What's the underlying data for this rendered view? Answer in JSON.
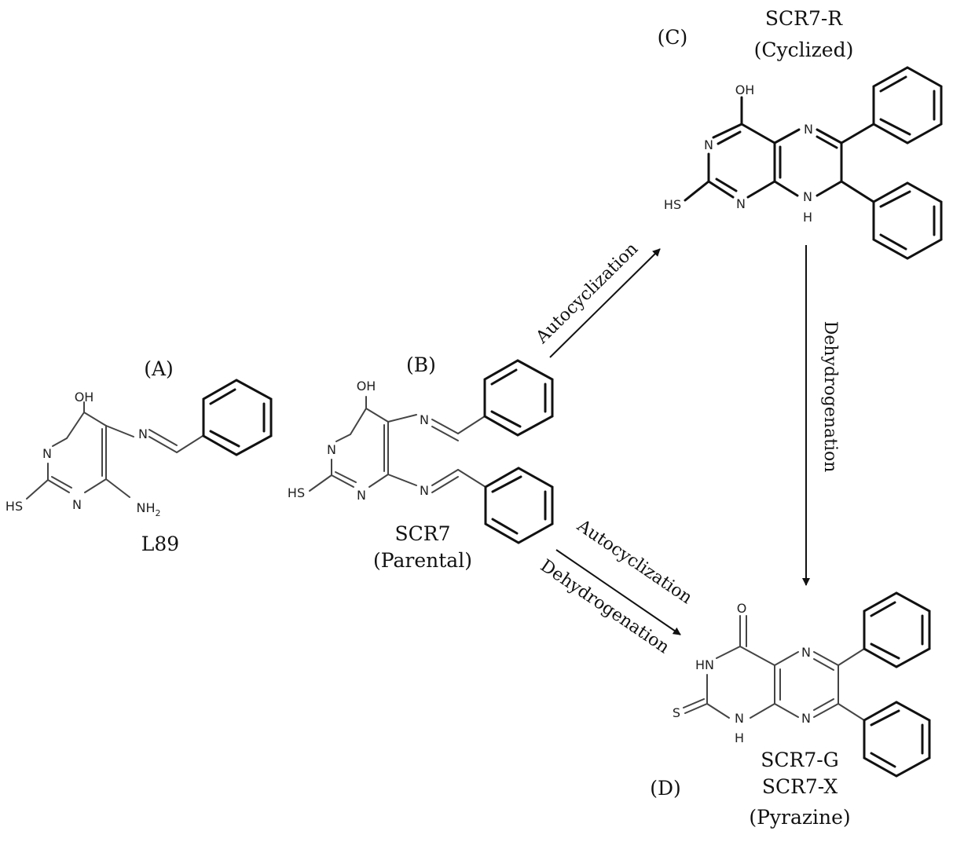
{
  "panels": {
    "A": {
      "tag": "(A)",
      "name": "L89"
    },
    "B": {
      "tag": "(B)",
      "name": "SCR7",
      "sub": "(Parental)"
    },
    "C": {
      "tag": "(C)",
      "name": "SCR7-R",
      "sub": "(Cyclized)"
    },
    "D": {
      "tag": "(D)",
      "name1": "SCR7-G",
      "name2": "SCR7-X",
      "sub": "(Pyrazine)"
    }
  },
  "atoms": {
    "oh": "OH",
    "n": "N",
    "hs": "HS",
    "nh": "NH",
    "nh2_sub": "2",
    "h": "H",
    "o": "O",
    "hn": "HN",
    "s": "S"
  },
  "arrows": {
    "upper": "Autocyclization",
    "lower_top": "Autocyclization",
    "lower_bottom": "Dehydrogenation",
    "vertical": "Dehydrogenation"
  }
}
